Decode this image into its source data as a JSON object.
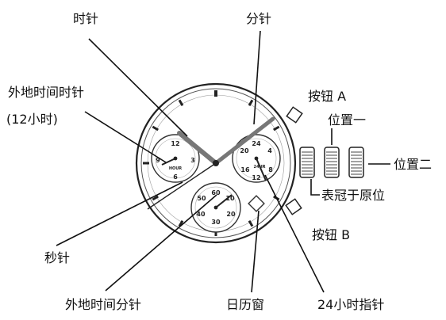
{
  "labels": {
    "hour_hand": "时针",
    "minute_hand": "分针",
    "world_time_hour_hand_line1": "外地时间时针",
    "world_time_hour_hand_line2": "(12小时)",
    "button_a": "按钮 A",
    "position_one": "位置一",
    "position_two": "位置二",
    "crown_home": "表冠于原位",
    "second_hand": "秒针",
    "button_b": "按钮 B",
    "world_time_minute_hand": "外地时间分针",
    "date_window": "日历窗",
    "hour24_hand": "24小时指针"
  },
  "dial": {
    "left_subdial": {
      "n12": "12",
      "n3": "3",
      "n6": "6",
      "n9": "9",
      "word": "HOUR"
    },
    "right_subdial": {
      "n24": "24",
      "n4": "4",
      "n16": "16",
      "n12": "12",
      "n20": "20",
      "n8": "8",
      "word": "24HR"
    },
    "bottom_subdial": {
      "n60": "60",
      "n10": "10",
      "n20": "20",
      "n30": "30",
      "n40": "40",
      "n50": "50"
    }
  }
}
